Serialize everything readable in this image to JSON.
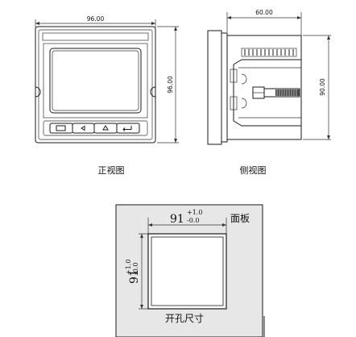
{
  "front_view": {
    "width_dim": "96.00",
    "height_dim": "96.00",
    "caption": "正视图",
    "buttons": [
      {
        "icon": "square-icon",
        "name": "menu-button"
      },
      {
        "icon": "left-arrow-icon",
        "name": "left-button"
      },
      {
        "icon": "up-arrow-icon",
        "name": "up-button"
      },
      {
        "icon": "enter-icon",
        "name": "enter-button"
      }
    ]
  },
  "side_view": {
    "depth_dim": "60.00",
    "height_dim": "90.00",
    "caption": "侧视图"
  },
  "cutout": {
    "panel_label": "面板",
    "cutout_label": "开孔尺寸",
    "width_main": "91",
    "width_tol_upper": "+1.0",
    "width_tol_lower": "-0.0",
    "height_main": "91",
    "height_tol_upper": "+1.0",
    "height_tol_lower": "-0.0"
  }
}
